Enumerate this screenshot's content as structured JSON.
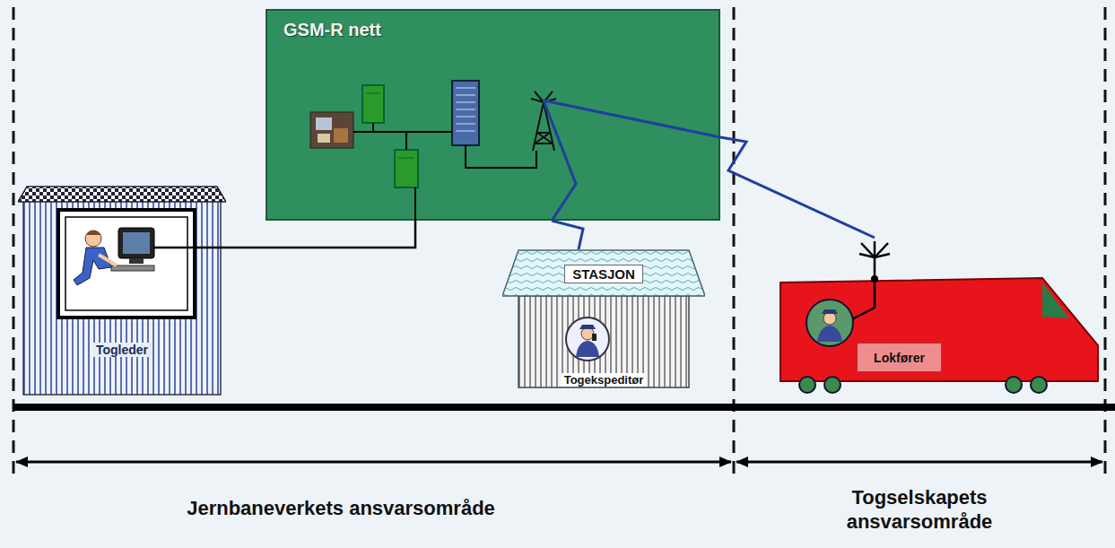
{
  "diagram": {
    "nodes": [
      {
        "text": [
          "GSM-R nett"
        ]
      },
      {
        "text": [
          "Togleder"
        ]
      },
      {
        "text": [
          "STASJON",
          "Togekspeditør"
        ]
      },
      {
        "text": [
          "Lokfører"
        ]
      }
    ],
    "edges": [
      {
        "from": 1,
        "to": 0,
        "arrow": "none"
      },
      {
        "from": 0,
        "to": 2,
        "arrow": "none"
      },
      {
        "from": 0,
        "to": 3,
        "arrow": "none"
      }
    ],
    "labels": [
      "Jernbaneverkets ansvarsområde",
      "Togselskapets ansvarsområde"
    ]
  }
}
